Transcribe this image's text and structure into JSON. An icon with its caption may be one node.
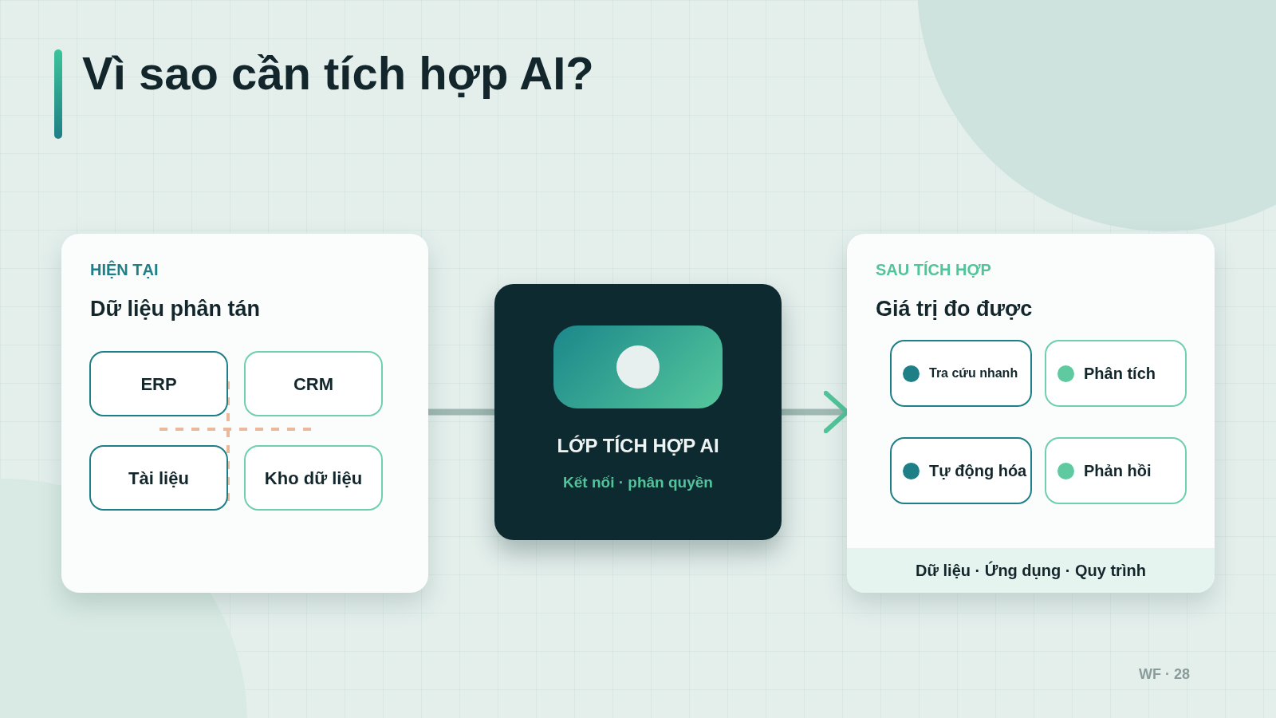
{
  "diagram": {
    "title": "Vì sao cần tích hợp AI?",
    "nodes": [
      {
        "text": [
          "HIỆN TẠI",
          "Dữ liệu phân tán"
        ]
      },
      {
        "text": [
          "ERP"
        ],
        "in": 0
      },
      {
        "text": [
          "CRM"
        ],
        "in": 0
      },
      {
        "text": [
          "Tài liệu"
        ],
        "in": 0
      },
      {
        "text": [
          "Kho dữ liệu"
        ],
        "in": 0
      },
      {
        "text": [
          "LỚP TÍCH HỢP AI",
          "Kết nối · phân quyền"
        ]
      },
      {
        "text": [
          "SAU TÍCH HỢP",
          "Giá trị đo được"
        ]
      },
      {
        "text": [
          "Tra cứu nhanh"
        ],
        "in": 6
      },
      {
        "text": [
          "Phân tích"
        ],
        "in": 6
      },
      {
        "text": [
          "Tự động hóa"
        ],
        "in": 6
      },
      {
        "text": [
          "Phản hồi"
        ],
        "in": 6
      },
      {
        "text": [
          "Dữ liệu · Ứng dụng · Quy trình"
        ],
        "in": 6
      }
    ],
    "edges": [
      {
        "from": 0,
        "to": 5,
        "arrow": "none"
      },
      {
        "from": 5,
        "to": 6,
        "arrow": "to"
      }
    ],
    "labels": [
      "WF · 28"
    ]
  }
}
